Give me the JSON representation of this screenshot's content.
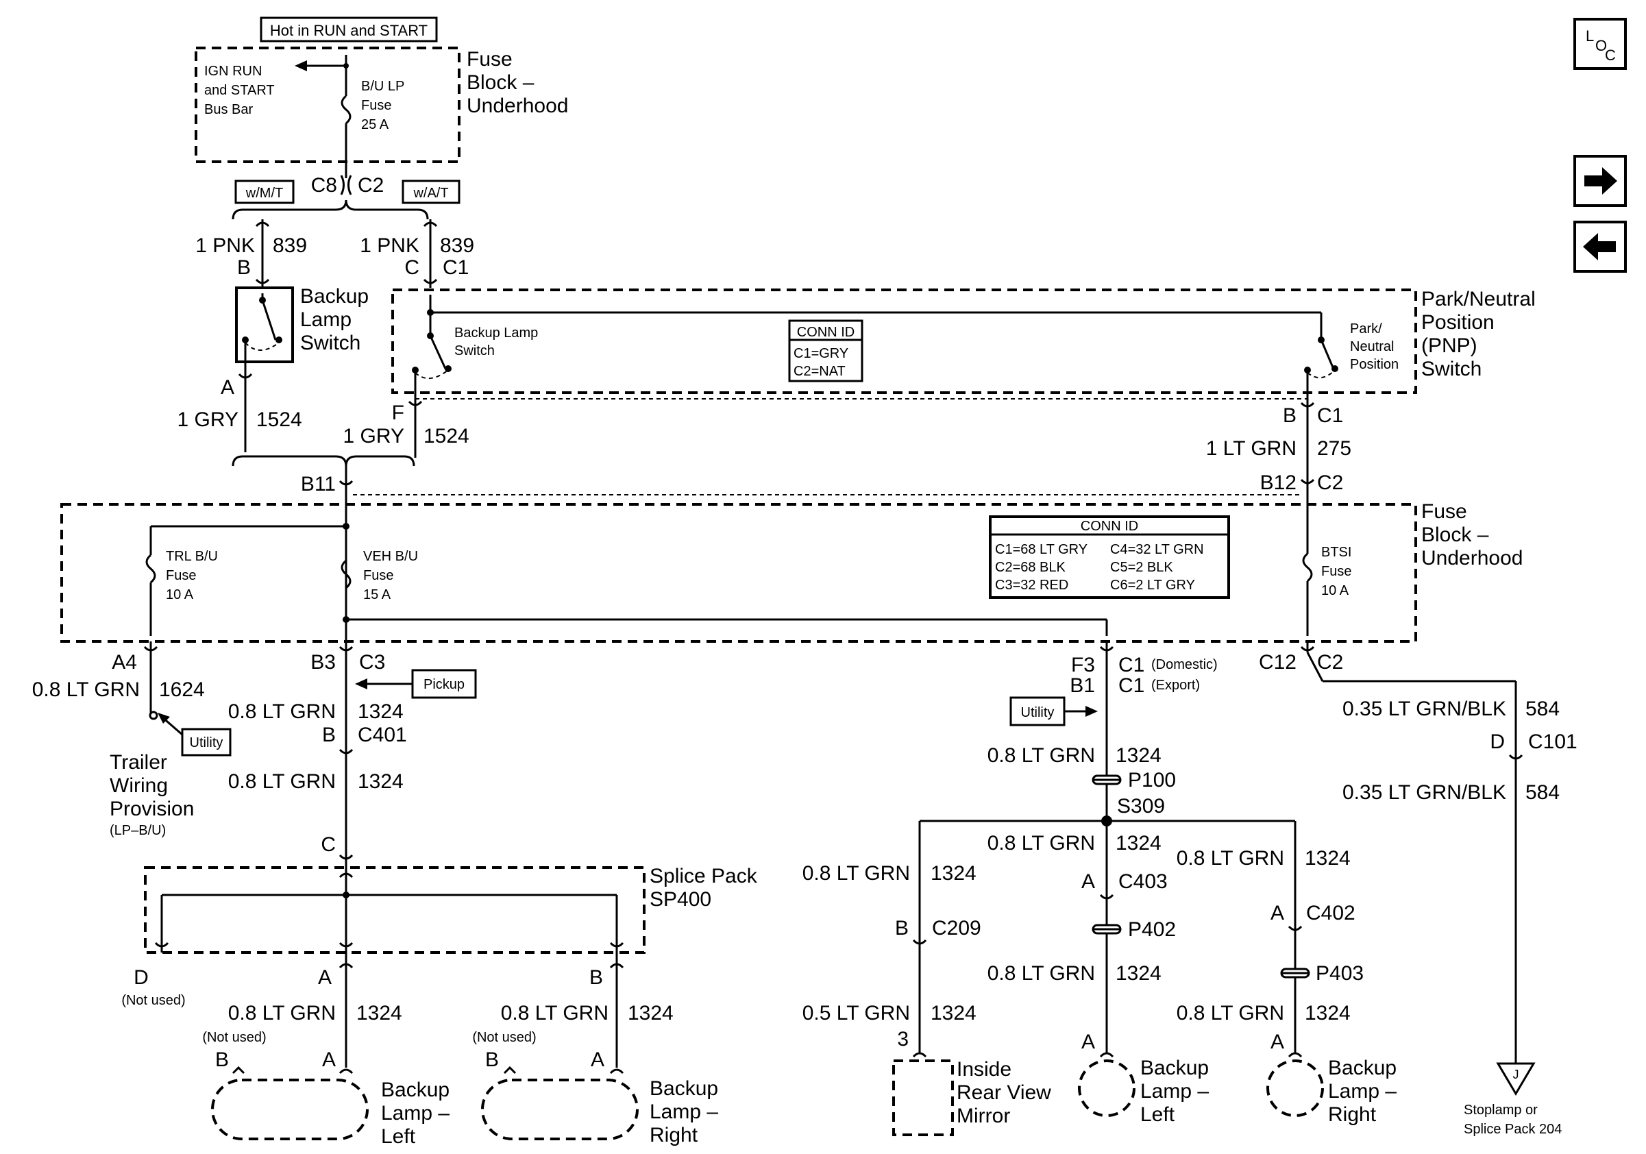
{
  "fuse_top": {
    "hot_label": "Hot in RUN and START",
    "bus_bar": [
      "IGN RUN",
      "and START",
      "Bus Bar"
    ],
    "fuse": [
      "B/U LP",
      "Fuse",
      "25 A"
    ],
    "block": [
      "Fuse",
      "Block –",
      "Underhood"
    ]
  },
  "c8_label": "C8",
  "c2_label": "C2",
  "wmt": "w/M/T",
  "wat": "w/A/T",
  "left_wire": {
    "size": "1 PNK",
    "circuit": "839",
    "pin": "B"
  },
  "mid_wire": {
    "size": "1 PNK",
    "circuit": "839",
    "pin": "C",
    "conn": "C1"
  },
  "backup_switch": [
    "Backup",
    "Lamp",
    "Switch"
  ],
  "pnp_inner_backup": [
    "Backup Lamp",
    "Switch"
  ],
  "pnp_conn": {
    "title": "CONN ID",
    "c1": "C1=GRY",
    "c2": "C2=NAT"
  },
  "pnp_inner_pnp": [
    "Park/",
    "Neutral",
    "Position"
  ],
  "pnp_title": [
    "Park/Neutral",
    "Position",
    "(PNP)",
    "Switch"
  ],
  "gry_left": {
    "pin": "A",
    "size": "1 GRY",
    "circuit": "1524"
  },
  "gry_mid": {
    "pin": "F",
    "size": "1 GRY",
    "circuit": "1524"
  },
  "pnp_out": {
    "pin": "B",
    "conn": "C1",
    "size": "1 LT GRN",
    "circuit": "275",
    "pin2": "B12",
    "conn2": "C2"
  },
  "b11": "B11",
  "fuse_block2": {
    "trl": [
      "TRL B/U",
      "Fuse",
      "10 A"
    ],
    "veh": [
      "VEH B/U",
      "Fuse",
      "15 A"
    ],
    "btsi": [
      "BTSI",
      "Fuse",
      "10 A"
    ],
    "title": [
      "Fuse",
      "Block –",
      "Underhood"
    ],
    "conn_title": "CONN ID",
    "conn_rows": [
      [
        "C1=68 LT GRY",
        "C4=32 LT GRN"
      ],
      [
        "C2=68 BLK",
        "C5=2 BLK"
      ],
      [
        "C3=32 RED",
        "C6=2 LT GRY"
      ]
    ]
  },
  "a4": {
    "pin": "A4",
    "size": "0.8 LT GRN",
    "circuit": "1624",
    "utility": "Utility",
    "provision": [
      "Trailer",
      "Wiring",
      "Provision"
    ],
    "lp": "(LP–B/U)"
  },
  "b3": {
    "pin": "B3",
    "conn": "C3",
    "pickup": "Pickup",
    "size": "0.8 LT GRN",
    "circuit": "1324",
    "pin2": "B",
    "conn2": "C401",
    "size2": "0.8 LT GRN",
    "circuit2": "1324",
    "pin3": "C"
  },
  "splice": [
    "Splice Pack",
    "SP400"
  ],
  "sp_out": {
    "d": "D",
    "not_used": "(Not used)",
    "a": "A",
    "b": "B"
  },
  "lamp_left": {
    "size": "0.8 LT GRN",
    "circuit": "1324",
    "not_used": "(Not used)",
    "b": "B",
    "a": "A",
    "label": [
      "Backup",
      "Lamp –",
      "Left"
    ]
  },
  "lamp_right": {
    "size": "0.8 LT GRN",
    "circuit": "1324",
    "not_used": "(Not used)",
    "b": "B",
    "a": "A",
    "label": [
      "Backup",
      "Lamp –",
      "Right"
    ]
  },
  "f3": {
    "pin": "F3",
    "conn": "C1",
    "dom": "(Domestic)",
    "pin2": "B1",
    "conn2": "C1",
    "exp": "(Export)",
    "utility": "Utility",
    "size": "0.8 LT GRN",
    "circuit": "1324",
    "p100": "P100",
    "s309": "S309"
  },
  "branch": {
    "b_size": "0.8 LT GRN",
    "b_circuit": "1324",
    "b_pin": "B",
    "b_conn": "C209",
    "b_size2": "0.5 LT GRN",
    "b_circuit2": "1324",
    "b_pin2": "3",
    "mirror": [
      "Inside",
      "Rear View",
      "Mirror"
    ],
    "m_size": "0.8 LT GRN",
    "m_circuit": "1324",
    "m_pin": "A",
    "m_conn": "C403",
    "p402": "P402",
    "m_size2": "0.8 LT GRN",
    "m_circuit2": "1324",
    "m_pin2": "A",
    "m_label": [
      "Backup",
      "Lamp –",
      "Left"
    ],
    "r_size": "0.8 LT GRN",
    "r_circuit": "1324",
    "r_pin": "A",
    "r_conn": "C402",
    "p403": "P403",
    "r_size2": "0.8 LT GRN",
    "r_circuit2": "1324",
    "r_pin2": "A",
    "r_label": [
      "Backup",
      "Lamp –",
      "Right"
    ]
  },
  "c12": {
    "pin": "C12",
    "conn": "C2",
    "size": "0.35 LT GRN/BLK",
    "circuit": "584",
    "pin2": "D",
    "conn2": "C101",
    "size2": "0.35 LT GRN/BLK",
    "circuit2": "584",
    "j": "J",
    "dest": [
      "Stoplamp or",
      "Splice Pack 204"
    ]
  },
  "nav": {
    "loc_l": "L",
    "loc_o": "O",
    "loc_c": "C"
  }
}
